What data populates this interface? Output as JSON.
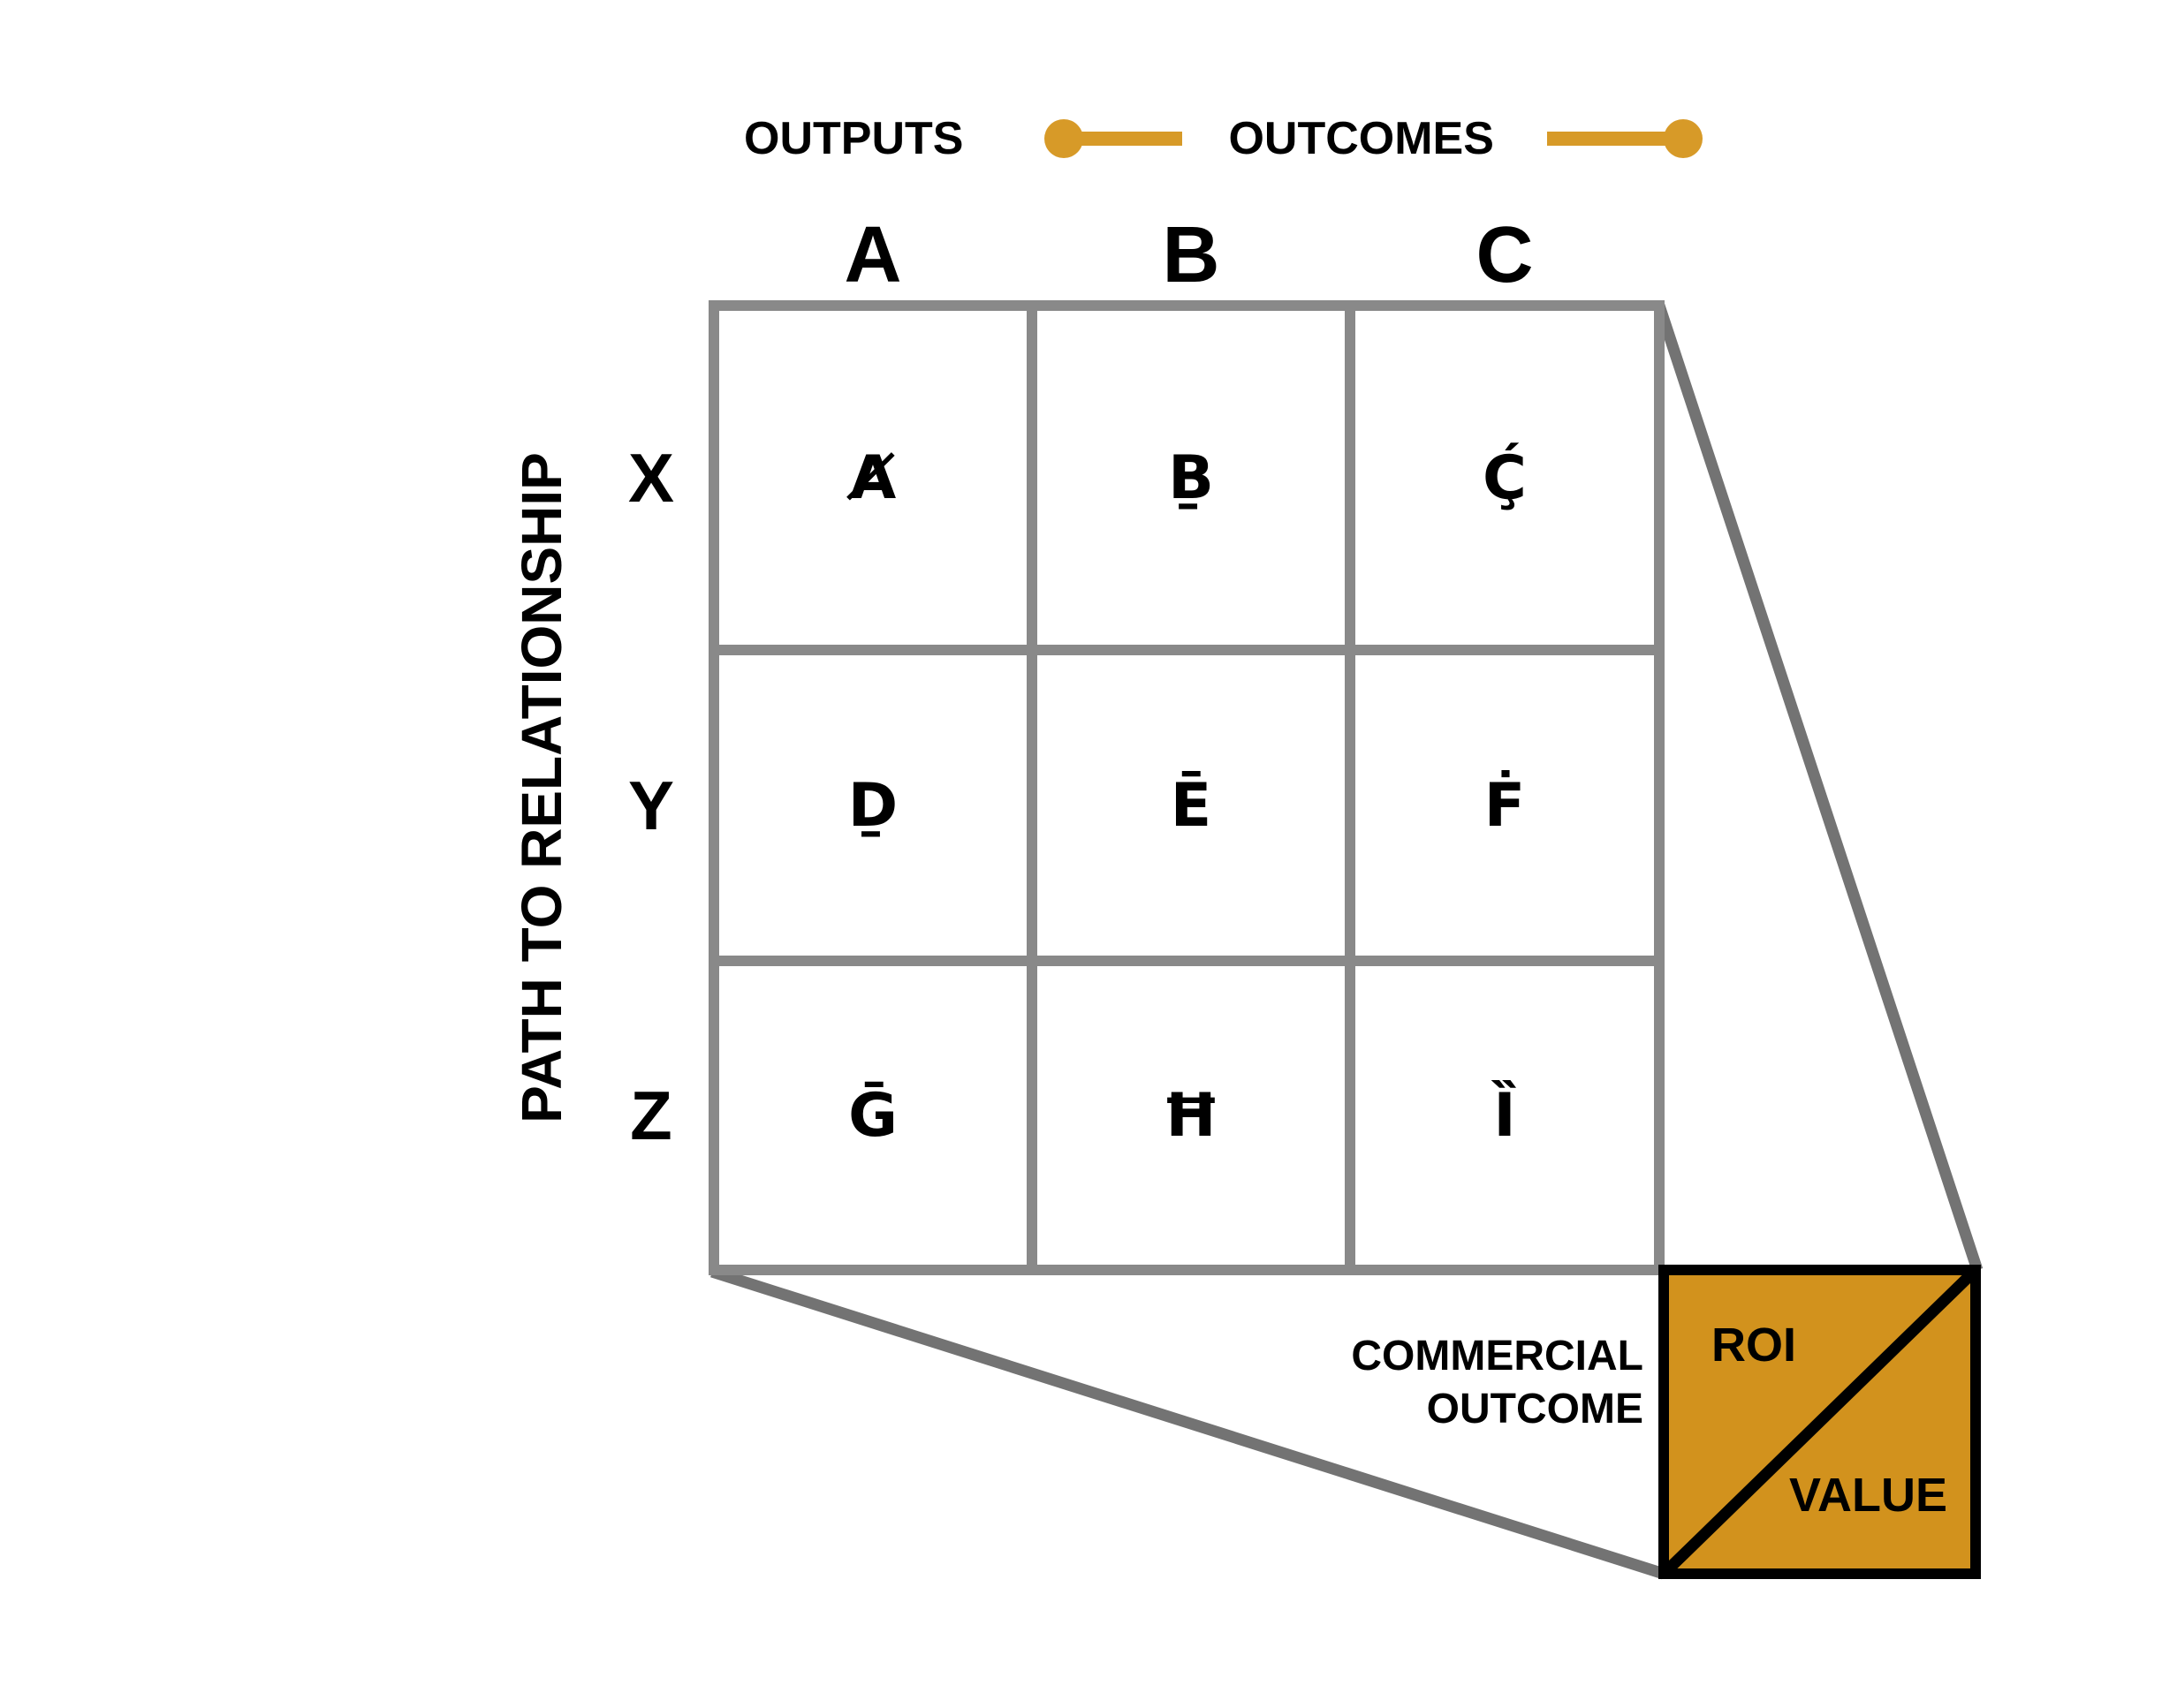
{
  "legend": {
    "outputs_label": "OUTPUTS",
    "outcomes_label": "OUTCOMES"
  },
  "matrix": {
    "y_axis_title": "PATH TO RELATIONSHIP",
    "column_headers": [
      "A",
      "B",
      "C"
    ],
    "row_headers": [
      "X",
      "Y",
      "Z"
    ],
    "cells": [
      [
        "A̸",
        "Ḇ",
        "Ḉ"
      ],
      [
        "Ḏ",
        "Ē",
        "Ḟ"
      ],
      [
        "Ḡ",
        "Ħ",
        "Ȉ"
      ]
    ]
  },
  "callout": {
    "label_line1": "COMMERCIAL",
    "label_line2": "OUTCOME",
    "roi_label": "ROI",
    "value_label": "VALUE"
  },
  "colors": {
    "accent_orange": "#d2921d",
    "marker_orange": "#d79a28",
    "grid_gray": "#898989",
    "connector_gray": "#737373",
    "text_black": "#000000"
  }
}
